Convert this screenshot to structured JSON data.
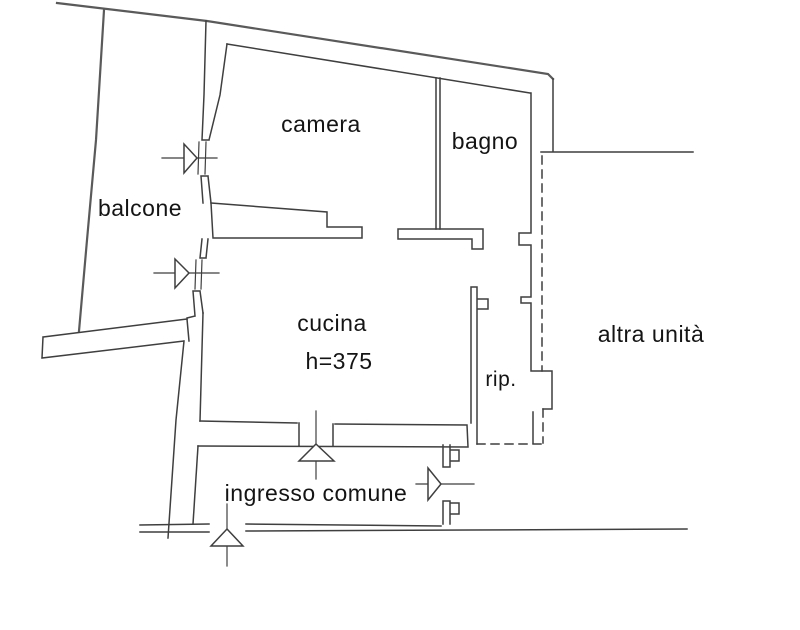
{
  "colors": {
    "line": "#3f3f3f",
    "line_soft": "#5a5a5a",
    "background": "#ffffff",
    "text": "#141414"
  },
  "rooms": {
    "balcone": {
      "label": "balcone"
    },
    "camera": {
      "label": "camera"
    },
    "bagno": {
      "label": "bagno"
    },
    "cucina": {
      "label": "cucina",
      "height_note": "h=375"
    },
    "rip": {
      "label": "rip."
    },
    "altra_unita": {
      "label": "altra unità"
    },
    "ingresso": {
      "label": "ingresso comune"
    }
  },
  "symbols": {
    "windows": [
      {
        "name": "window-balcone-upper"
      },
      {
        "name": "window-balcone-lower"
      }
    ],
    "doors": [
      {
        "name": "door-cucina-ingresso"
      },
      {
        "name": "door-ingresso-exterior"
      },
      {
        "name": "door-ingresso-right"
      }
    ]
  }
}
